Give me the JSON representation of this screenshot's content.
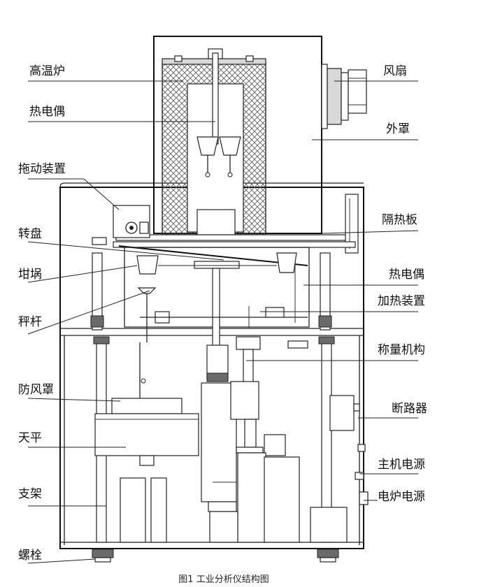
{
  "caption": "图1 工业分析仪结构图",
  "labels": {
    "furnace": "高温炉",
    "thermocouple_top": "热电偶",
    "drive": "拖动装置",
    "turntable": "转盘",
    "crucible": "坩埚",
    "lever": "秤杆",
    "windshield": "防风罩",
    "balance": "天平",
    "bracket": "支架",
    "bolt": "螺栓",
    "fan": "风扇",
    "cover": "外罩",
    "insulation": "隔热板",
    "thermocouple_right": "热电偶",
    "heater": "加热装置",
    "weighing": "称量机构",
    "breaker": "断路器",
    "main_power": "主机电源",
    "furnace_power": "电炉电源"
  }
}
